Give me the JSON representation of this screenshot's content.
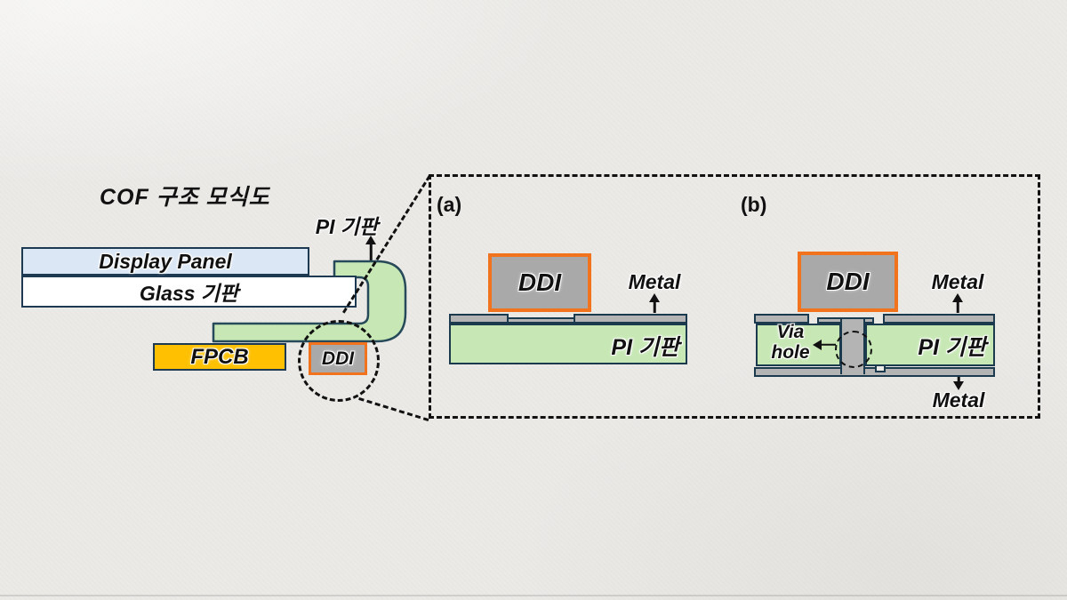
{
  "left_diagram": {
    "title": "COF 구조 모식도",
    "pi_film_label": "PI 기판",
    "display_panel_label": "Display Panel",
    "glass_label": "Glass 기판",
    "fpcb_label": "FPCB",
    "ddi_label": "DDI"
  },
  "detail_box": {
    "panel_a": {
      "label": "(a)",
      "ddi_label": "DDI",
      "metal_top_label": "Metal",
      "pi_label": "PI 기판"
    },
    "panel_b": {
      "label": "(b)",
      "ddi_label": "DDI",
      "metal_top_label": "Metal",
      "metal_bottom_label": "Metal",
      "via_label_line1": "Via",
      "via_label_line2": "hole",
      "pi_label": "PI 기판"
    }
  },
  "colors": {
    "background": "#ebeae7",
    "outline_navy": "#1c3a4e",
    "display_panel_fill": "#dbe7f5",
    "glass_fill": "#ffffff",
    "fpcb_fill": "#fec000",
    "pi_green_fill": "#c7e8b5",
    "metal_gray_fill": "#b4b4b4",
    "ddi_gray_fill": "#a9a9a9",
    "ddi_orange_border": "#f1731d",
    "annotation_black": "#111111"
  }
}
